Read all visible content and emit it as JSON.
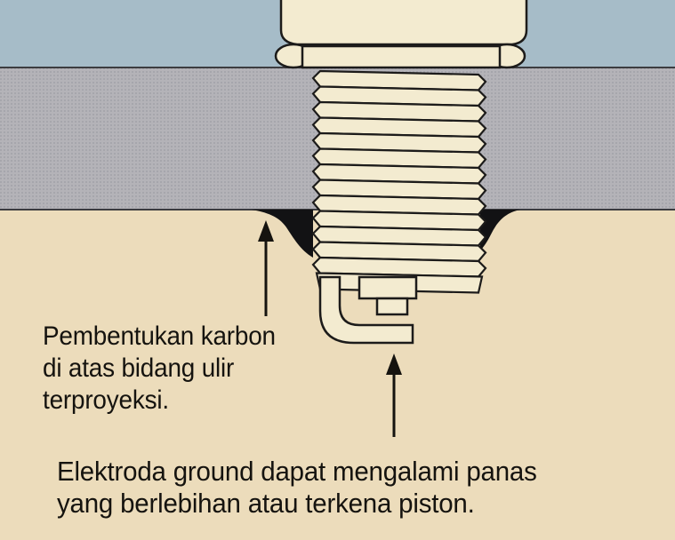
{
  "captions": {
    "carbon": {
      "line1": "Pembentukan karbon",
      "line2": "di atas bidang ulir",
      "line3": "terproyeksi."
    },
    "ground": {
      "line1": "Elektroda ground dapat mengalami panas",
      "line2": "yang berlebihan atau terkena piston."
    }
  },
  "colors": {
    "background": "#ecdcbb",
    "sky": "#a6bcc8",
    "cylinder_head": "#b7b6bb",
    "carbon_deposit": "#121214",
    "plug_body": "#f3ebd0",
    "outline": "#1c1b1a"
  },
  "icons": [
    "arrow-up-icon"
  ]
}
